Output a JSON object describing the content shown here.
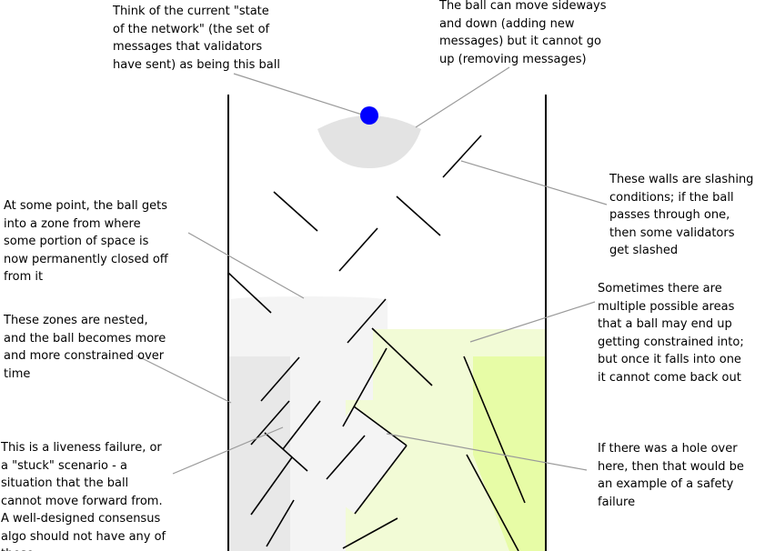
{
  "colors": {
    "background": "#ffffff",
    "tube_wall": "#000000",
    "slashing_wall": "#000000",
    "ball": "#0000ff",
    "ball_zone": "#e3e3e3",
    "zone_light": "#f4f4f4",
    "zone_nested": "#e8e8e8",
    "zone_green_light": "#f2fbd6",
    "zone_green": "#e7fca6",
    "leader_line": "#9a9a9a"
  },
  "notes": {
    "ball_state": "Think of the current \"state\nof the network\" (the set of\nmessages that validators\nhave sent) as being this ball",
    "ball_movement": "The ball can move sideways\nand down (adding new\nmessages) but it cannot go\nup (removing messages)",
    "walls_slashing": "These walls are slashing\nconditions; if the ball\npasses through one,\nthen some validators\nget slashed",
    "closed_off_zone": "At some point, the ball gets\ninto a zone from where\nsome portion of space is\nnow permanently closed off\nfrom it",
    "nested_zones": "These zones are nested,\nand the ball becomes more\nand more constrained over\ntime",
    "multiple_areas": "Sometimes there are\nmultiple possible areas\nthat a ball may end up\ngetting constrained into;\nbut once it falls into one\nit cannot come back out",
    "liveness_failure": "This is a liveness failure, or\na \"stuck\" scenario - a\nsituation that the ball\ncannot move forward from.\nA well-designed consensus\nalgo should not have any of\nthese",
    "safety_failure": "If there was a hole over\nhere, then that would be\nan example of a safety\nfailure"
  }
}
